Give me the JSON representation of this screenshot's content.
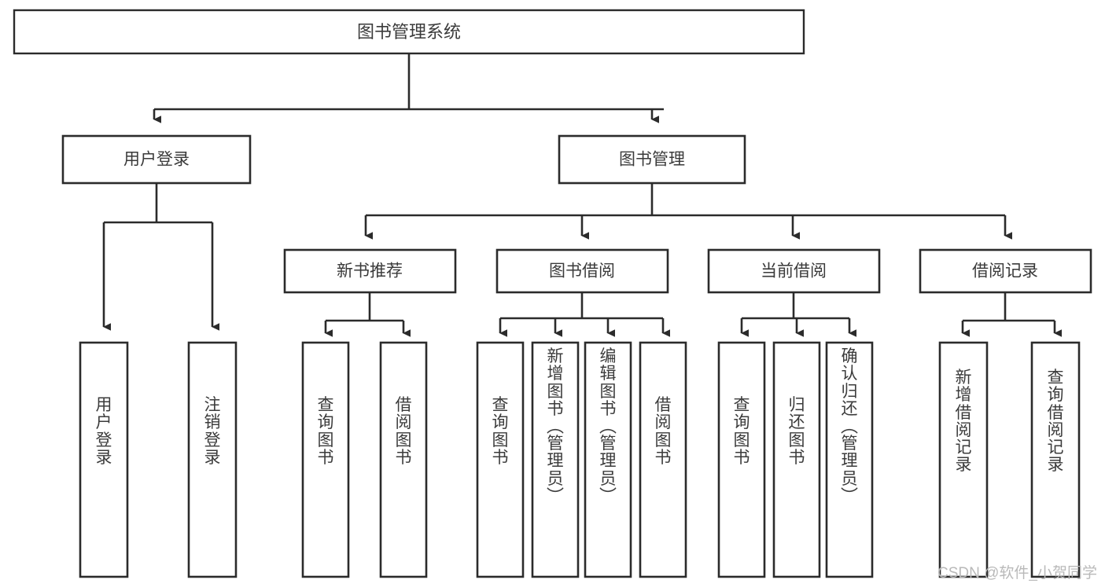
{
  "diagram": {
    "type": "tree",
    "title": "图书管理系统",
    "orientation": "top-down",
    "colors": {
      "box_stroke": "#2b2b2b",
      "box_fill": "#ffffff",
      "text": "#3a3a3a",
      "edge": "#2b2b2b",
      "watermark": "#b9b9b9",
      "background": "#ffffff"
    },
    "root": {
      "label": "图书管理系统"
    },
    "level2": [
      {
        "label": "用户登录"
      },
      {
        "label": "图书管理"
      }
    ],
    "level3": [
      {
        "label": "新书推荐"
      },
      {
        "label": "图书借阅"
      },
      {
        "label": "当前借阅"
      },
      {
        "label": "借阅记录"
      }
    ],
    "leaves": {
      "user_login": [
        {
          "label": "用户登录"
        },
        {
          "label": "注销登录"
        }
      ],
      "new_book_recommend": [
        {
          "label": "查询图书"
        },
        {
          "label": "借阅图书"
        }
      ],
      "book_borrow": [
        {
          "label": "查询图书"
        },
        {
          "label": "新增图书（管理员）"
        },
        {
          "label": "编辑图书（管理员）"
        },
        {
          "label": "借阅图书"
        }
      ],
      "current_borrow": [
        {
          "label": "查询图书"
        },
        {
          "label": "归还图书"
        },
        {
          "label": "确认归还（管理员）"
        }
      ],
      "borrow_record": [
        {
          "label": "新增借阅记录"
        },
        {
          "label": "查询借阅记录"
        }
      ]
    }
  },
  "watermark": {
    "text": "CSDN @软件_小贺同学"
  }
}
